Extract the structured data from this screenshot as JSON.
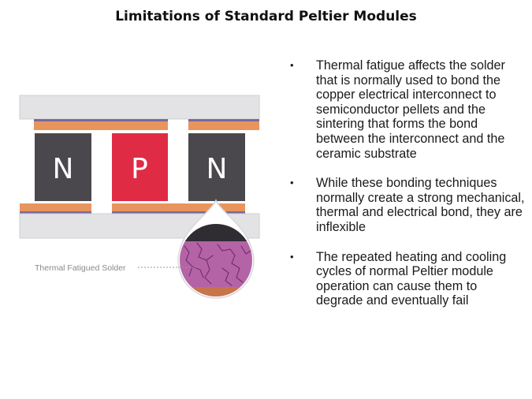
{
  "title": "Limitations of Standard Peltier Modules",
  "diagram": {
    "pellets": [
      {
        "letter": "N",
        "type": "n-type"
      },
      {
        "letter": "P",
        "type": "p-type"
      },
      {
        "letter": "N",
        "type": "n-type"
      }
    ],
    "callout_label": "Thermal Fatigued Solder",
    "colors": {
      "substrate": "#e3e3e5",
      "copper": "#e8955d",
      "n_pellet": "#4a484c",
      "p_pellet": "#e02b44",
      "solder_fatigued": "#b463a6",
      "crack": "#6e2e68"
    }
  },
  "bullets": [
    "Thermal fatigue affects the solder that is normally used to bond the copper electrical interconnect to semiconductor pellets and the sintering that forms the bond between the interconnect and the ceramic substrate",
    "While these bonding techniques normally create a strong mechanical, thermal and electrical bond, they are inflexible",
    "The repeated heating and cooling cycles of normal Peltier module operation can cause them to degrade and eventually fail"
  ]
}
